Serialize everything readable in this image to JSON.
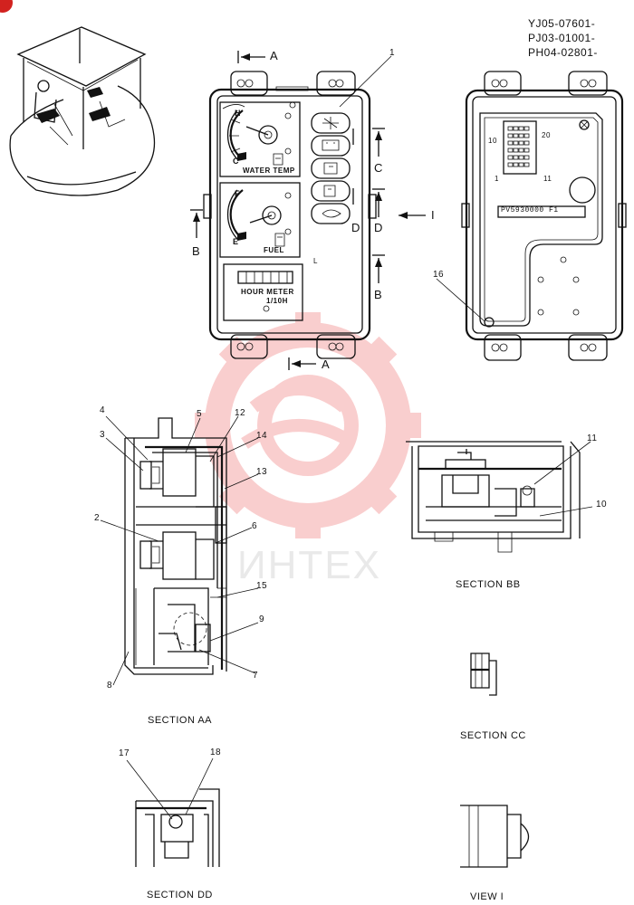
{
  "header": {
    "serials": [
      "YJ05-07601-",
      "PJ03-01001-",
      "PH04-02801-"
    ]
  },
  "gauge_panel": {
    "water_temp": {
      "label": "WATER TEMP",
      "hot": "H",
      "cold": "C"
    },
    "fuel": {
      "label": "FUEL",
      "full": "F",
      "empty": "E"
    },
    "hour_meter": {
      "line1": "HOUR METER",
      "line2": "1/10H"
    },
    "corner_mark": "L"
  },
  "back_panel": {
    "connector_pins": {
      "top_left": "10",
      "top_right": "20",
      "bottom_left": "1",
      "bottom_right": "11"
    },
    "part_label": "PV5930000 F1"
  },
  "view_markers": {
    "a_top": "A",
    "a_bottom": "A",
    "b_left": "B",
    "b_right": "B",
    "c": "C",
    "d_left": "D",
    "d_right": "D",
    "i": "I"
  },
  "callouts": {
    "c1": "1",
    "c2": "2",
    "c3": "3",
    "c4": "4",
    "c5": "5",
    "c6": "6",
    "c7": "7",
    "c8": "8",
    "c9": "9",
    "c10": "10",
    "c11": "11",
    "c12": "12",
    "c13": "13",
    "c14": "14",
    "c15": "15",
    "c16": "16",
    "c17": "17",
    "c18": "18"
  },
  "sections": {
    "aa": "SECTION AA",
    "bb": "SECTION BB",
    "cc": "SECTION CC",
    "dd": "SECTION DD",
    "view_i": "VIEW I"
  },
  "watermark": {
    "text": "ИНТЕХ",
    "color": "#f3b3b3"
  }
}
